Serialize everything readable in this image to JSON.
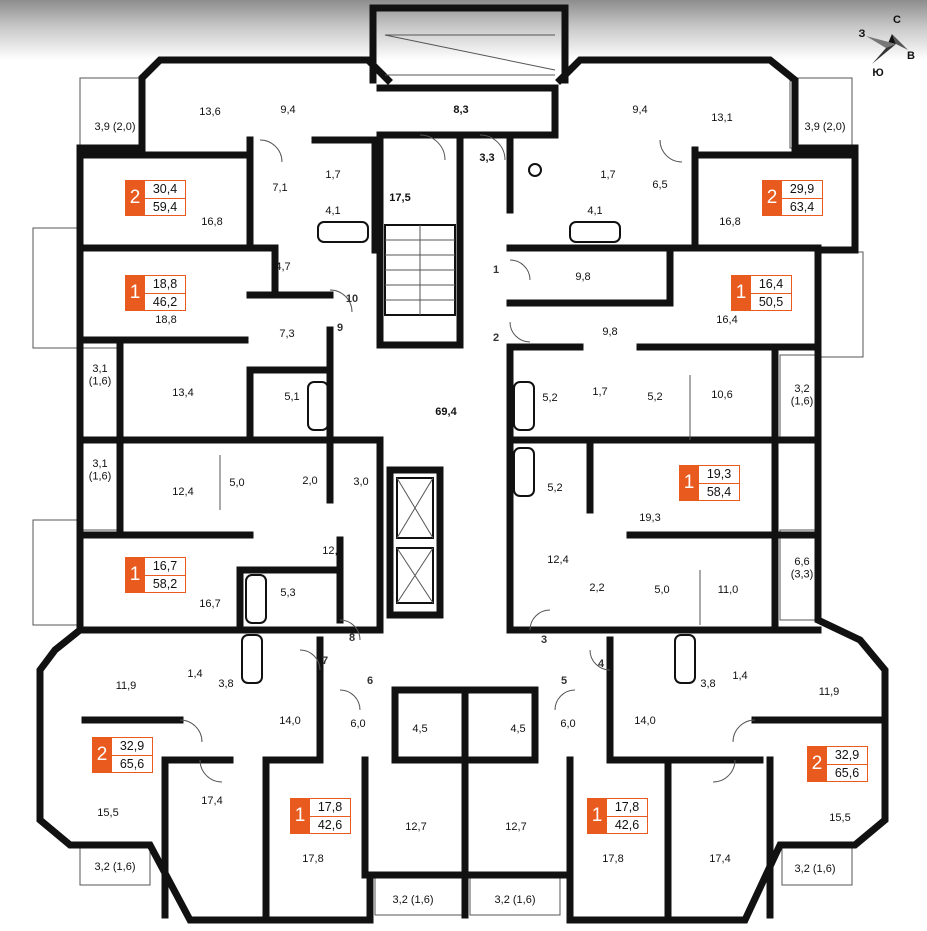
{
  "compass": {
    "north": "С",
    "east": "В",
    "south": "Ю",
    "west": "З"
  },
  "core": {
    "corridor": "69,4",
    "stair": "17,5",
    "hall_top": "8,3",
    "shaft": "3,3"
  },
  "doors": [
    "1",
    "2",
    "3",
    "4",
    "5",
    "6",
    "7",
    "8",
    "9",
    "10"
  ],
  "apartments": [
    {
      "rooms": "2",
      "living": "30,4",
      "total": "59,4"
    },
    {
      "rooms": "2",
      "living": "29,9",
      "total": "63,4"
    },
    {
      "rooms": "1",
      "living": "18,8",
      "total": "46,2"
    },
    {
      "rooms": "1",
      "living": "16,4",
      "total": "50,5"
    },
    {
      "rooms": "1",
      "living": "19,3",
      "total": "58,4"
    },
    {
      "rooms": "1",
      "living": "16,7",
      "total": "58,2"
    },
    {
      "rooms": "2",
      "living": "32,9",
      "total": "65,6"
    },
    {
      "rooms": "2",
      "living": "32,9",
      "total": "65,6"
    },
    {
      "rooms": "1",
      "living": "17,8",
      "total": "42,6"
    },
    {
      "rooms": "1",
      "living": "17,8",
      "total": "42,6"
    }
  ],
  "room_areas": [
    "13,6",
    "9,4",
    "3,9 (2,0)",
    "7,1",
    "1,7",
    "4,1",
    "16,8",
    "4,7",
    "9,4",
    "13,1",
    "3,9 (2,0)",
    "1,7",
    "6,5",
    "4,1",
    "16,8",
    "9,8",
    "9,8",
    "18,8",
    "7,3",
    "16,4",
    "3,1\n(1,6)",
    "13,4",
    "5,1",
    "5,2",
    "1,7",
    "5,2",
    "10,6",
    "3,2\n(1,6)",
    "3,1\n(1,6)",
    "12,4",
    "5,0",
    "2,0",
    "3,0",
    "5,2",
    "19,3",
    "12,2",
    "5,3",
    "16,7",
    "12,4",
    "2,2",
    "5,0",
    "11,0",
    "6,6\n(3,3)",
    "11,9",
    "1,4",
    "3,8",
    "14,0",
    "3,8",
    "1,4",
    "11,9",
    "14,0",
    "6,0",
    "4,5",
    "4,5",
    "6,0",
    "15,5",
    "17,4",
    "17,8",
    "12,7",
    "12,7",
    "17,8",
    "17,4",
    "15,5",
    "3,2 (1,6)",
    "3,2 (1,6)",
    "3,2 (1,6)",
    "3,2 (1,6)"
  ]
}
